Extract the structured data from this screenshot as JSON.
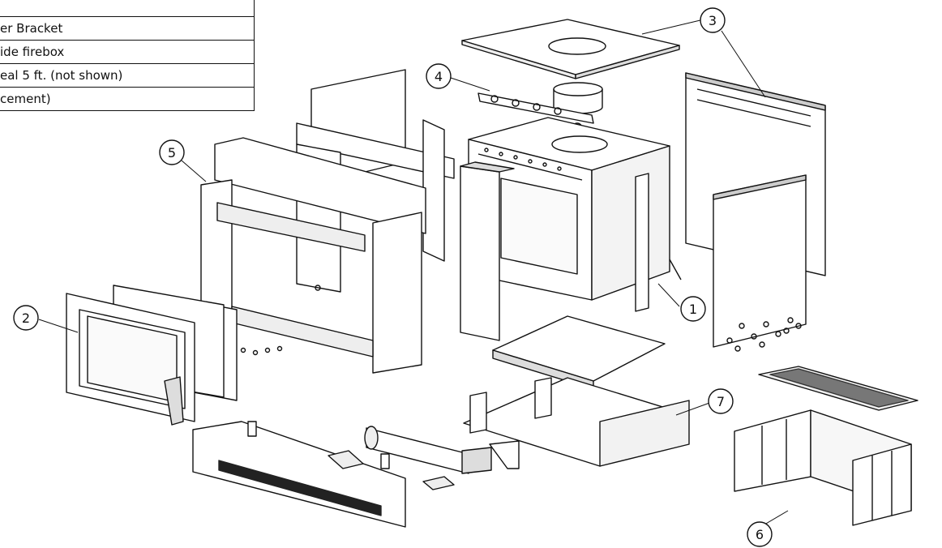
{
  "parts_table": {
    "rows": [
      "",
      "er Bracket",
      "ide firebox",
      "eal 5 ft. (not shown)",
      "cement)"
    ]
  },
  "callouts": [
    "1",
    "2",
    "3",
    "4",
    "5",
    "6",
    "7"
  ]
}
